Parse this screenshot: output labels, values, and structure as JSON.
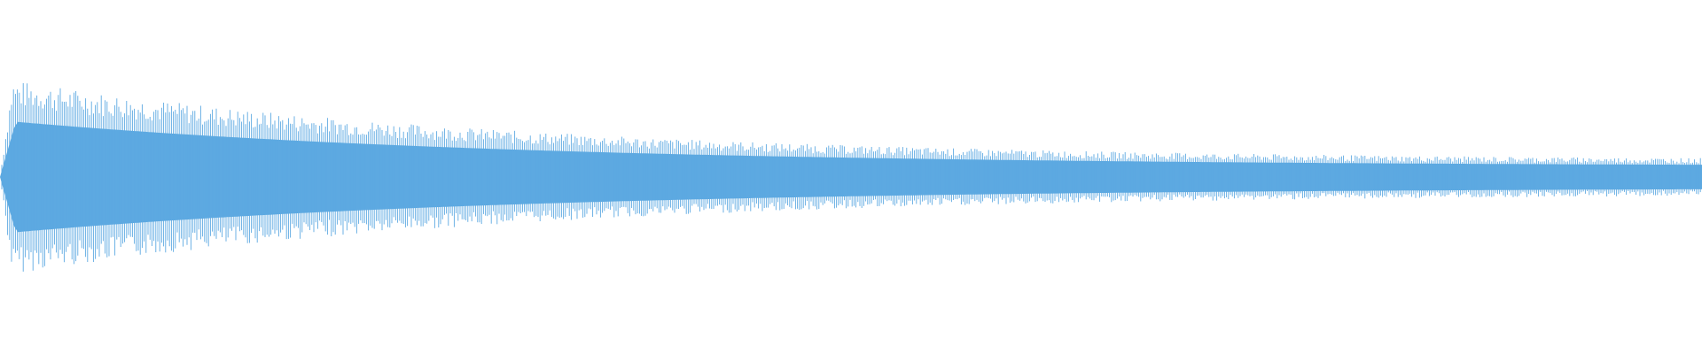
{
  "waveform": {
    "color": "#5DA9E1",
    "background": "#FFFFFF",
    "peak_fraction_start": 0.28,
    "core_fraction_start": 0.16,
    "peak_fraction_end": 0.045,
    "core_fraction_end": 0.03,
    "decay_midpoint": 0.3,
    "oscillation": "dense-periodic"
  }
}
